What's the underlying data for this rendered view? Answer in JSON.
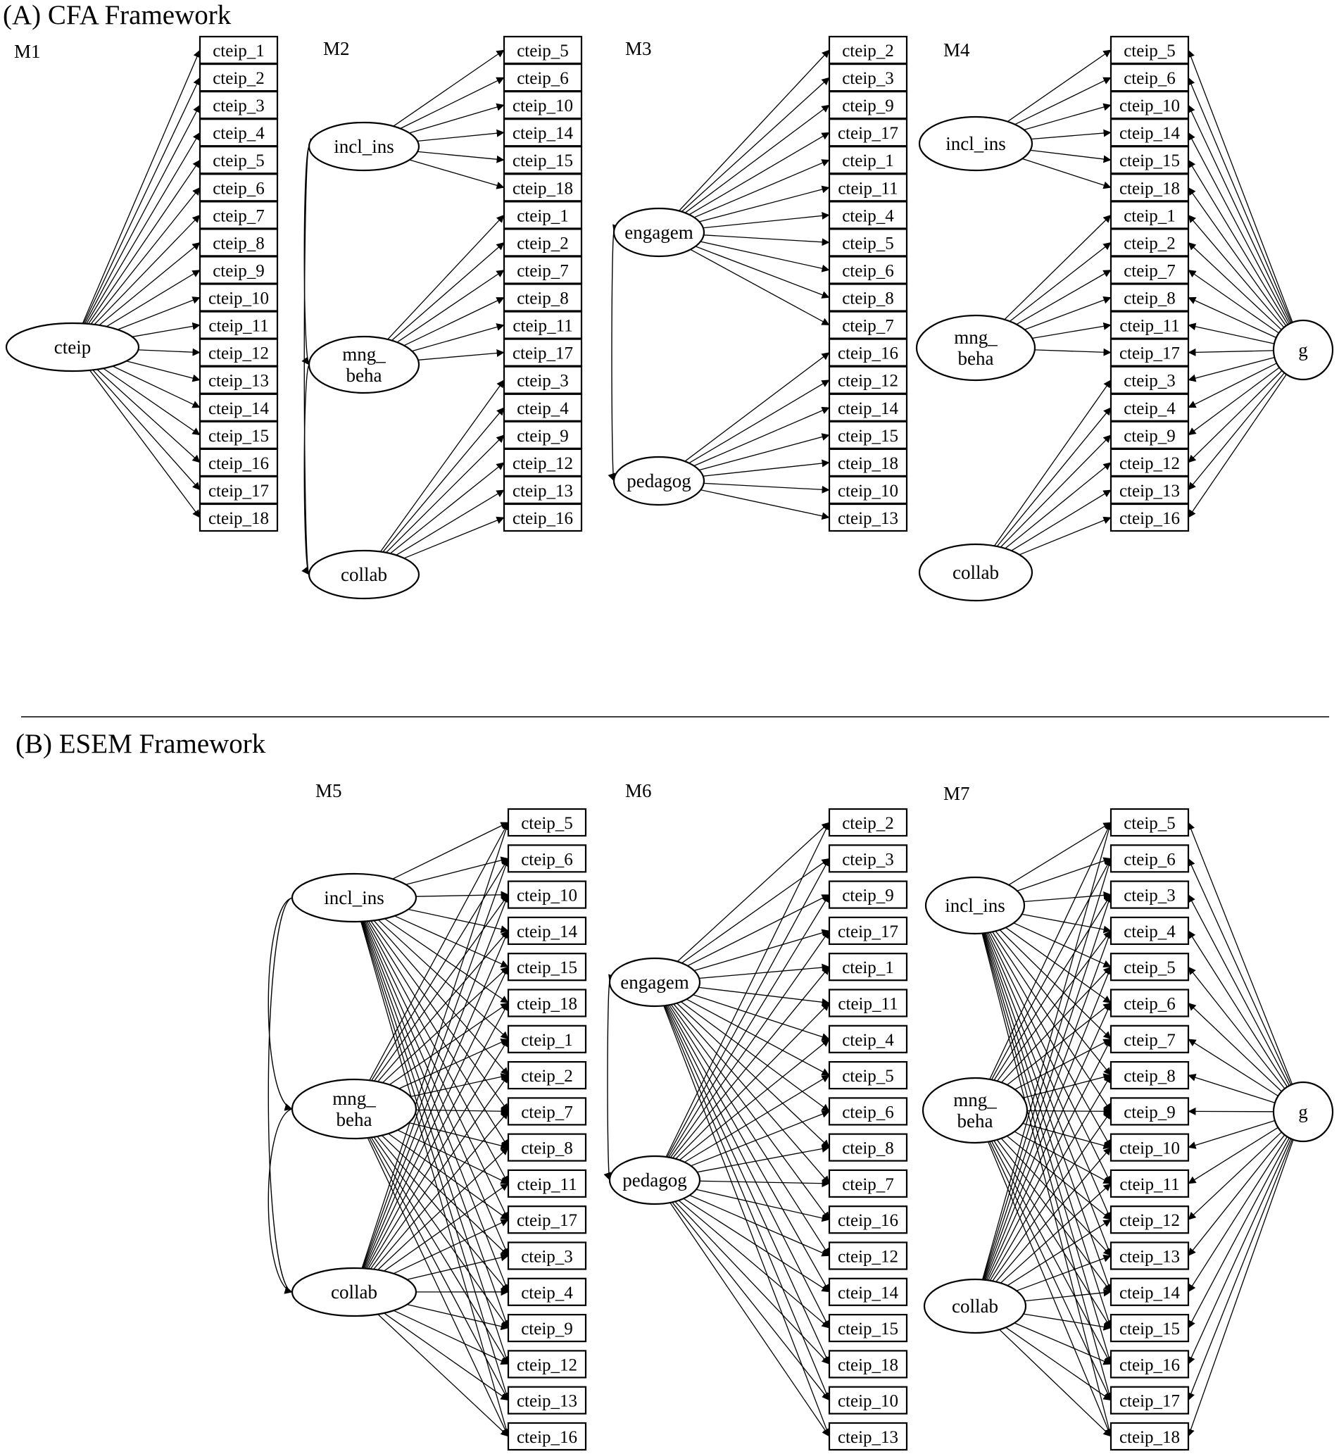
{
  "titles": {
    "cfa": "(A) CFA Framework",
    "esem": "(B) ESEM Framework"
  },
  "models": [
    {
      "label": "M1",
      "latents": [
        {
          "id": "cteip",
          "text": [
            "cteip"
          ]
        }
      ],
      "items": [
        "cteip_1",
        "cteip_2",
        "cteip_3",
        "cteip_4",
        "cteip_5",
        "cteip_6",
        "cteip_7",
        "cteip_8",
        "cteip_9",
        "cteip_10",
        "cteip_11",
        "cteip_12",
        "cteip_13",
        "cteip_14",
        "cteip_15",
        "cteip_16",
        "cteip_17",
        "cteip_18"
      ],
      "loadings": {
        "cteip": [
          0,
          1,
          2,
          3,
          4,
          5,
          6,
          7,
          8,
          9,
          10,
          11,
          12,
          13,
          14,
          15,
          16,
          17
        ]
      },
      "covariances": []
    },
    {
      "label": "M2",
      "latents": [
        {
          "id": "incl_ins",
          "text": [
            "incl_ins"
          ]
        },
        {
          "id": "mng_beha",
          "text": [
            "mng_",
            "beha"
          ]
        },
        {
          "id": "collab",
          "text": [
            "collab"
          ]
        }
      ],
      "items": [
        "cteip_5",
        "cteip_6",
        "cteip_10",
        "cteip_14",
        "cteip_15",
        "cteip_18",
        "cteip_1",
        "cteip_2",
        "cteip_7",
        "cteip_8",
        "cteip_11",
        "cteip_17",
        "cteip_3",
        "cteip_4",
        "cteip_9",
        "cteip_12",
        "cteip_13",
        "cteip_16"
      ],
      "loadings": {
        "incl_ins": [
          0,
          1,
          2,
          3,
          4,
          5
        ],
        "mng_beha": [
          6,
          7,
          8,
          9,
          10,
          11
        ],
        "collab": [
          12,
          13,
          14,
          15,
          16,
          17
        ]
      },
      "covariances": [
        [
          "incl_ins",
          "mng_beha"
        ],
        [
          "mng_beha",
          "collab"
        ],
        [
          "incl_ins",
          "collab"
        ]
      ]
    },
    {
      "label": "M3",
      "latents": [
        {
          "id": "engagem",
          "text": [
            "engagem"
          ]
        },
        {
          "id": "pedagog",
          "text": [
            "pedagog"
          ]
        }
      ],
      "items": [
        "cteip_2",
        "cteip_3",
        "cteip_9",
        "cteip_17",
        "cteip_1",
        "cteip_11",
        "cteip_4",
        "cteip_5",
        "cteip_6",
        "cteip_8",
        "cteip_7",
        "cteip_16",
        "cteip_12",
        "cteip_14",
        "cteip_15",
        "cteip_18",
        "cteip_10",
        "cteip_13"
      ],
      "loadings": {
        "engagem": [
          0,
          1,
          2,
          3,
          4,
          5,
          6,
          7,
          8,
          9,
          10
        ],
        "pedagog": [
          11,
          12,
          13,
          14,
          15,
          16,
          17
        ]
      },
      "covariances": [
        [
          "engagem",
          "pedagog"
        ]
      ]
    },
    {
      "label": "M4",
      "latents": [
        {
          "id": "incl_ins",
          "text": [
            "incl_ins"
          ]
        },
        {
          "id": "mng_beha",
          "text": [
            "mng_",
            "beha"
          ]
        },
        {
          "id": "collab",
          "text": [
            "collab"
          ]
        },
        {
          "id": "g",
          "text": [
            "g"
          ]
        }
      ],
      "items": [
        "cteip_5",
        "cteip_6",
        "cteip_10",
        "cteip_14",
        "cteip_15",
        "cteip_18",
        "cteip_1",
        "cteip_2",
        "cteip_7",
        "cteip_8",
        "cteip_11",
        "cteip_17",
        "cteip_3",
        "cteip_4",
        "cteip_9",
        "cteip_12",
        "cteip_13",
        "cteip_16"
      ],
      "loadings": {
        "incl_ins": [
          0,
          1,
          2,
          3,
          4,
          5
        ],
        "mng_beha": [
          6,
          7,
          8,
          9,
          10,
          11
        ],
        "collab": [
          12,
          13,
          14,
          15,
          16,
          17
        ],
        "g": [
          0,
          1,
          2,
          3,
          4,
          5,
          6,
          7,
          8,
          9,
          10,
          11,
          12,
          13,
          14,
          15,
          16,
          17
        ]
      },
      "covariances": []
    },
    {
      "label": "M5",
      "latents": [
        {
          "id": "incl_ins",
          "text": [
            "incl_ins"
          ]
        },
        {
          "id": "mng_beha",
          "text": [
            "mng_",
            "beha"
          ]
        },
        {
          "id": "collab",
          "text": [
            "collab"
          ]
        }
      ],
      "items": [
        "cteip_5",
        "cteip_6",
        "cteip_10",
        "cteip_14",
        "cteip_15",
        "cteip_18",
        "cteip_1",
        "cteip_2",
        "cteip_7",
        "cteip_8",
        "cteip_11",
        "cteip_17",
        "cteip_3",
        "cteip_4",
        "cteip_9",
        "cteip_12",
        "cteip_13",
        "cteip_16"
      ],
      "loadings": {
        "incl_ins": "all",
        "mng_beha": "all",
        "collab": "all"
      },
      "covariances": [
        [
          "incl_ins",
          "mng_beha"
        ],
        [
          "mng_beha",
          "collab"
        ],
        [
          "incl_ins",
          "collab"
        ]
      ]
    },
    {
      "label": "M6",
      "latents": [
        {
          "id": "engagem",
          "text": [
            "engagem"
          ]
        },
        {
          "id": "pedagog",
          "text": [
            "pedagog"
          ]
        }
      ],
      "items": [
        "cteip_2",
        "cteip_3",
        "cteip_9",
        "cteip_17",
        "cteip_1",
        "cteip_11",
        "cteip_4",
        "cteip_5",
        "cteip_6",
        "cteip_8",
        "cteip_7",
        "cteip_16",
        "cteip_12",
        "cteip_14",
        "cteip_15",
        "cteip_18",
        "cteip_10",
        "cteip_13"
      ],
      "loadings": {
        "engagem": "all",
        "pedagog": "all"
      },
      "covariances": [
        [
          "engagem",
          "pedagog"
        ]
      ]
    },
    {
      "label": "M7",
      "latents": [
        {
          "id": "incl_ins",
          "text": [
            "incl_ins"
          ]
        },
        {
          "id": "mng_beha",
          "text": [
            "mng_",
            "beha"
          ]
        },
        {
          "id": "collab",
          "text": [
            "collab"
          ]
        },
        {
          "id": "g",
          "text": [
            "g"
          ]
        }
      ],
      "items": [
        "cteip_5",
        "cteip_6",
        "cteip_3",
        "cteip_4",
        "cteip_5",
        "cteip_6",
        "cteip_7",
        "cteip_8",
        "cteip_9",
        "cteip_10",
        "cteip_11",
        "cteip_12",
        "cteip_13",
        "cteip_14",
        "cteip_15",
        "cteip_16",
        "cteip_17",
        "cteip_18"
      ],
      "loadings": {
        "incl_ins": "all",
        "mng_beha": "all",
        "collab": "all",
        "g": "all"
      },
      "covariances": []
    }
  ]
}
